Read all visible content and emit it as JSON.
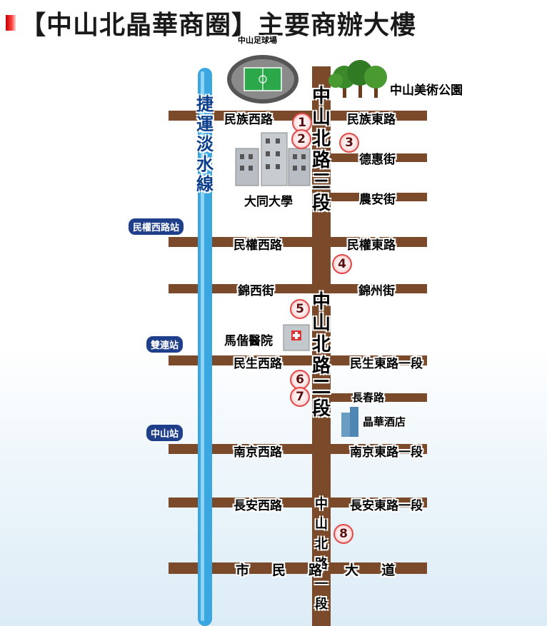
{
  "title": "【中山北晶華商圈】主要商辦大樓",
  "landmarks": {
    "stadium": "中山足球場",
    "art_park": "中山美術公園",
    "university": "大同大學",
    "hospital": "馬偕醫院",
    "hotel": "晶華酒店"
  },
  "metro": {
    "line": "捷運淡水線",
    "stations": [
      "民權西路站",
      "雙連站",
      "中山站"
    ]
  },
  "main_road": {
    "sec3": "中山北路三段",
    "sec2": "中山北路二段",
    "sec1": "中山北路一段"
  },
  "streets": {
    "minzu_w": "民族西路",
    "minzu_e": "民族東路",
    "dehui": "德惠街",
    "nongan": "農安街",
    "minquan_w": "民權西路",
    "minquan_e": "民權東路",
    "jinxi": "錦西街",
    "jinzhou": "錦州街",
    "minsheng_w": "民生西路",
    "minsheng_e": "民生東路一段",
    "changchun": "長春路",
    "nanjing_w": "南京西路",
    "nanjing_e": "南京東路一段",
    "changan_w": "長安西路",
    "changan_e": "長安東路一段",
    "civic": [
      "市",
      "民",
      "路",
      "大",
      "道"
    ]
  },
  "markers": [
    "1",
    "2",
    "3",
    "4",
    "5",
    "6",
    "7",
    "8"
  ],
  "colors": {
    "road": "#7a4a2a",
    "metro_line": "#3aa7e0",
    "metro_station": "#1f3f8a",
    "marker_border": "#e24a4a",
    "title_bullet": "#d01010"
  }
}
